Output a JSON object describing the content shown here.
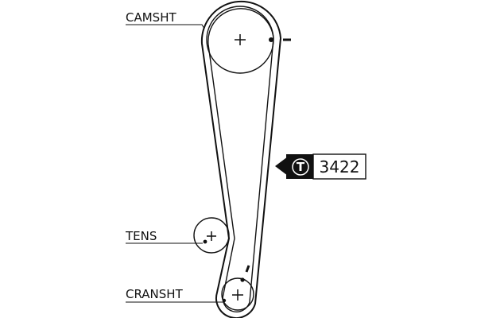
{
  "diagram": {
    "labels": {
      "camshaft": "CAMSHT",
      "tensioner": "TENS",
      "crankshaft": "CRANSHT"
    },
    "tooth_badge": {
      "icon_letter": "T",
      "tooth_count": "3422"
    },
    "colors": {
      "line": "#111111",
      "background": "#ffffff"
    }
  }
}
